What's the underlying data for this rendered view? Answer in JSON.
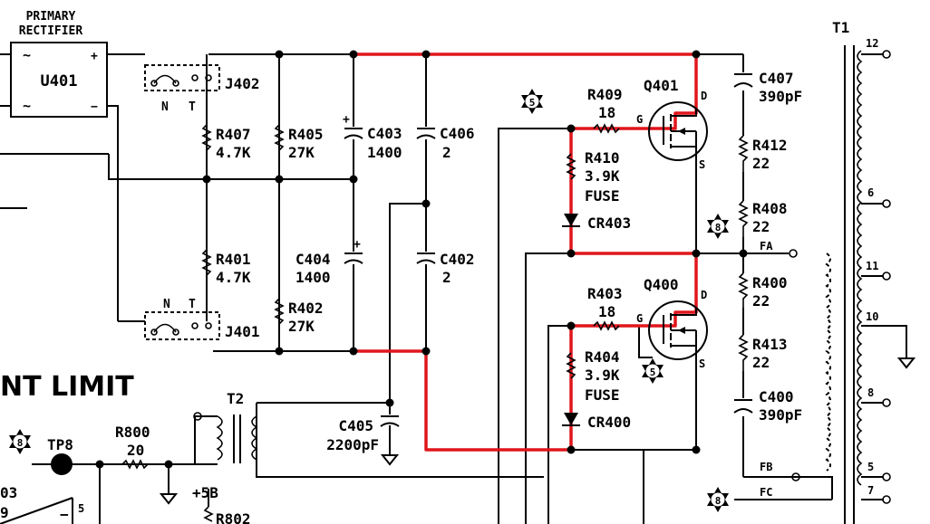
{
  "rectifier": {
    "title_line1": "PRIMARY",
    "title_line2": "RECTIFIER",
    "ref": "U401",
    "ac_symbol": "~",
    "plus": "+",
    "minus": "−"
  },
  "jumpers": {
    "j402": "J402",
    "j401": "J401",
    "n": "N",
    "t": "T"
  },
  "resistors": {
    "r407": {
      "ref": "R407",
      "value": "4.7K"
    },
    "r405": {
      "ref": "R405",
      "value": "27K"
    },
    "r401": {
      "ref": "R401",
      "value": "4.7K"
    },
    "r402": {
      "ref": "R402",
      "value": "27K"
    },
    "r409": {
      "ref": "R409",
      "value": "18"
    },
    "r410": {
      "ref": "R410",
      "value": "3.9K",
      "note": "FUSE"
    },
    "r412": {
      "ref": "R412",
      "value": "22"
    },
    "r408": {
      "ref": "R408",
      "value": "22"
    },
    "r400": {
      "ref": "R400",
      "value": "22"
    },
    "r413": {
      "ref": "R413",
      "value": "22"
    },
    "r403": {
      "ref": "R403",
      "value": "18"
    },
    "r404": {
      "ref": "R404",
      "value": "3.9K",
      "note": "FUSE"
    },
    "r800": {
      "ref": "R800",
      "value": "20"
    },
    "r802": {
      "ref": "R802"
    }
  },
  "capacitors": {
    "c403": {
      "ref": "C403",
      "value": "1400"
    },
    "c406": {
      "ref": "C406",
      "value": "2"
    },
    "c404": {
      "ref": "C404",
      "value": "1400"
    },
    "c402": {
      "ref": "C402",
      "value": "2"
    },
    "c405": {
      "ref": "C405",
      "value": "2200pF"
    },
    "c407": {
      "ref": "C407",
      "value": "390pF"
    },
    "c400": {
      "ref": "C400",
      "value": "390pF"
    }
  },
  "transistors": {
    "q401": "Q401",
    "q400": "Q400",
    "gate": "G",
    "drain": "D",
    "source": "S"
  },
  "diodes": {
    "cr403": "CR403",
    "cr400": "CR400"
  },
  "transformers": {
    "t1": "T1",
    "t2": "T2"
  },
  "nodes": {
    "fa": "FA",
    "fb": "FB",
    "fc": "FC",
    "tp8": "TP8",
    "plus5b": "+5B"
  },
  "markers": {
    "m5": "5",
    "m8": "8"
  },
  "t1_pins": [
    "12",
    "6",
    "11",
    "10",
    "8",
    "5",
    "7"
  ],
  "section_title": "NT LIMIT",
  "edge_text": {
    "left_03": "03",
    "left_9": "9",
    "minus": "−",
    "five": "5"
  },
  "colors": {
    "highlight": "#e0161c",
    "ink": "#000000"
  }
}
